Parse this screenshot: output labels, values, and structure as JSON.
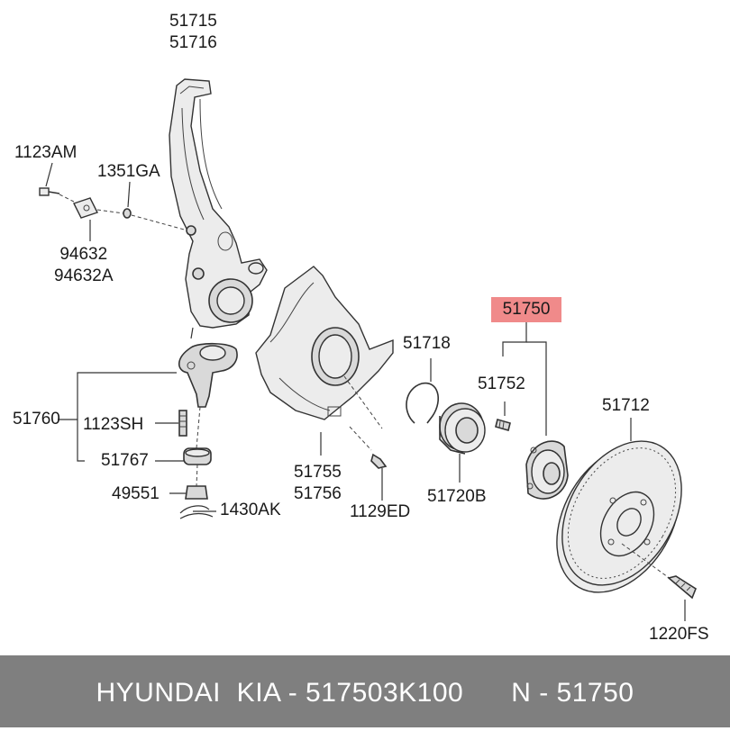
{
  "parts": {
    "steering_knuckle": [
      "51715",
      "51716"
    ],
    "bolt_top_left": "1123AM",
    "washer_small": "1351GA",
    "bracket": [
      "94632",
      "94632A"
    ],
    "lower_arm_assy": "51760",
    "bolt_arm": "1123SH",
    "nut_castle": "51767",
    "nut": "49551",
    "split_pin": "1430AK",
    "dust_cover": [
      "51755",
      "51756"
    ],
    "bolt_cover": "1129ED",
    "snap_ring": "51718",
    "bearing": "51720B",
    "hub_assy": "51750",
    "hub_bolt": "51752",
    "disc": "51712",
    "disc_screw": "1220FS"
  },
  "highlight_color": "#f08a8a",
  "footer": {
    "text": "HYUNDAI  KIA - 517503K100      N - 51750"
  }
}
